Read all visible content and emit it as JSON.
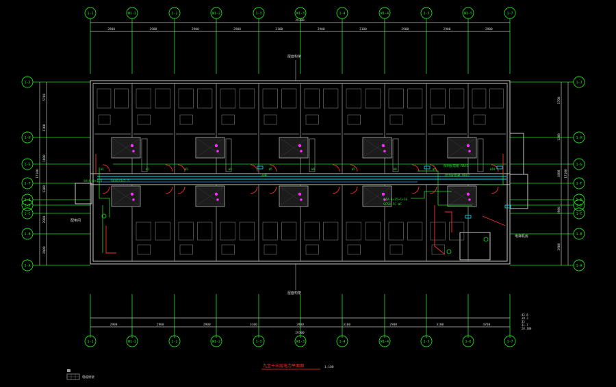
{
  "axes_top": [
    "1-1",
    "W1-1",
    "1-2",
    "W1-2",
    "1-3",
    "W1-3",
    "1-4",
    "W1-4",
    "1-5",
    "W1-5",
    "1-7"
  ],
  "axes_bottom": [
    "1-1",
    "W1-1",
    "1-2",
    "W1-2",
    "1-3",
    "W1-3",
    "1-4",
    "W1-4",
    "1-5",
    "1-6",
    "1-7"
  ],
  "axes_left": [
    "1-J",
    "1-H",
    "1-G",
    "1-F",
    "1-E",
    "1-D",
    "1-C",
    "1-B",
    "1-A"
  ],
  "axes_right": [
    "1-J",
    "1-H",
    "1-G",
    "1-F",
    "1-E",
    "1-D",
    "1-C",
    "1-B",
    "1-A"
  ],
  "dims_top": [
    "2900",
    "2900",
    "2900",
    "2900",
    "3100",
    "2900",
    "3100",
    "2900",
    "2900",
    "2900"
  ],
  "dims_top_total": "29300",
  "dims_bottom": [
    "2900",
    "2900",
    "2900",
    "3100",
    "2900",
    "3100",
    "2900",
    "3100",
    "4700"
  ],
  "dims_bottom_total": "29300",
  "dims_left": [
    "5700",
    "2100",
    "1800",
    "1200",
    "2900",
    "2900"
  ],
  "dims_left_total": "17100",
  "dims_right": [
    "5700",
    "1200",
    "1800",
    "2900",
    "2900"
  ],
  "dims_right_total": "17100",
  "notes": {
    "north_label": "屋面构架",
    "south_label": "屋面构架",
    "left_label": "配电间",
    "right_label": "电梯机房",
    "corridor_label": "走廊",
    "cable_tray_label": "SA(B)3×2.5",
    "cable_tray_label_2": "SA(B)3×2.5",
    "panel_label_1": "照明配电箱 RBX1",
    "panel_label_2": "动力配电箱 RBX2",
    "feeder_label": "YJV-4×25+1×16",
    "feeder_label_2": "SC50 FC WC",
    "elev": [
      "42.8",
      "39.3",
      "35",
      "31.7",
      "28.100"
    ]
  },
  "title": "九至十三层电力平面图",
  "scale": "1:100",
  "legend_text": "电缆桥架",
  "colors": {
    "bg": "#000000",
    "wall": "#c8c8c8",
    "axis": "#22e022",
    "dim": "#d0d0d0",
    "equip": "#ff2bff",
    "cable": "#00e5ff",
    "door": "#ff3030",
    "text": "#22e022"
  }
}
